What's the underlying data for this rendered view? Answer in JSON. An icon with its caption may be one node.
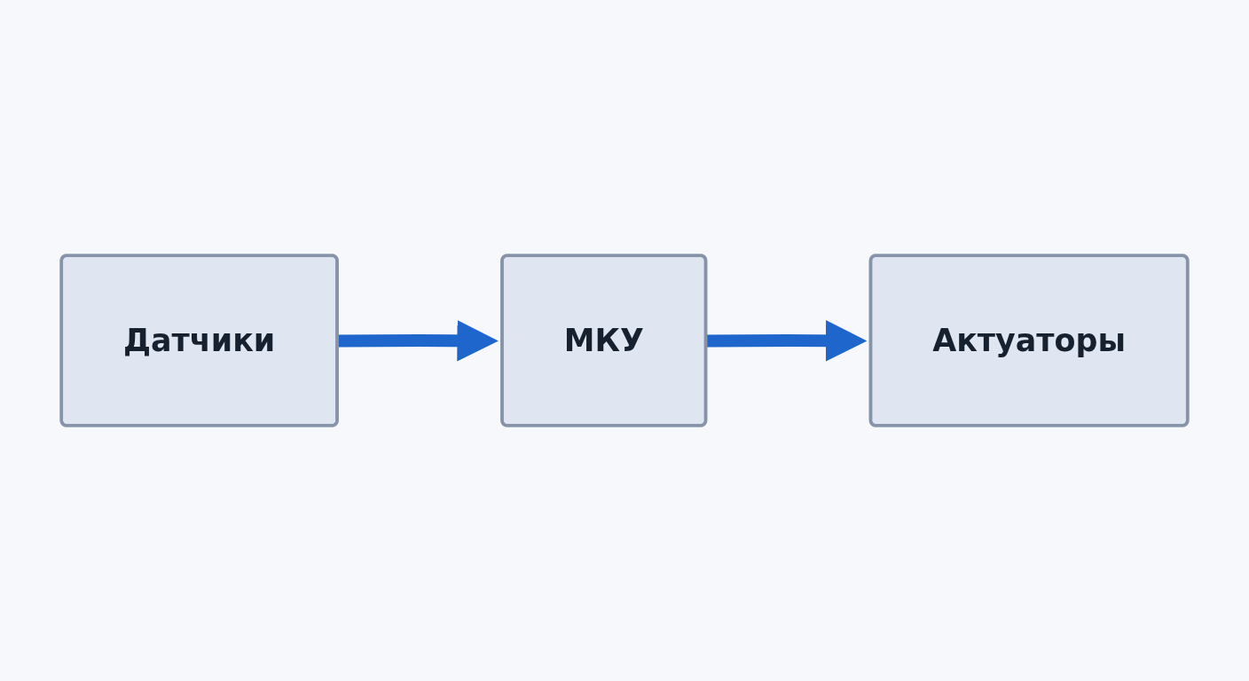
{
  "diagram": {
    "nodes": [
      {
        "text": [
          "Датчики"
        ]
      },
      {
        "text": [
          "МКУ"
        ]
      },
      {
        "text": [
          "Актуаторы"
        ]
      }
    ],
    "edges": [
      {
        "from": 0,
        "to": 1,
        "arrow": "to"
      },
      {
        "from": 1,
        "to": 2,
        "arrow": "to"
      }
    ]
  }
}
